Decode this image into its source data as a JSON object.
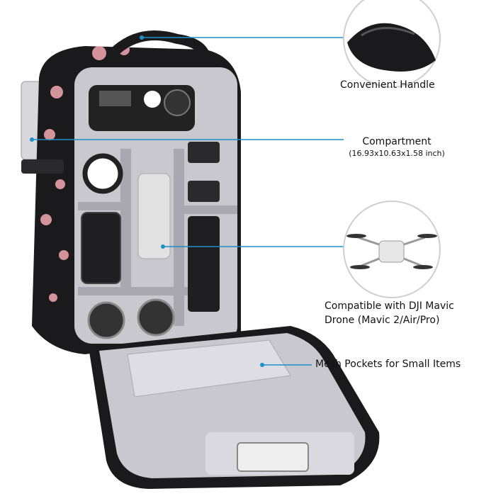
{
  "callouts": {
    "handle": "Convenient Handle",
    "compartment": "Compartment",
    "compartment_size": "(16.93x10.63x1.58 inch)",
    "drone_line1": "Compatible with DJI Mavic",
    "drone_line2": "Drone (Mavic 2/Air/Pro)",
    "mesh": "Mesh Pockets for Small Items"
  },
  "colors": {
    "leader": "#1e90c8",
    "bag_black": "#1a1a1c",
    "lining": "#c9c8cf",
    "floral_pink": "#e9a0a8"
  }
}
